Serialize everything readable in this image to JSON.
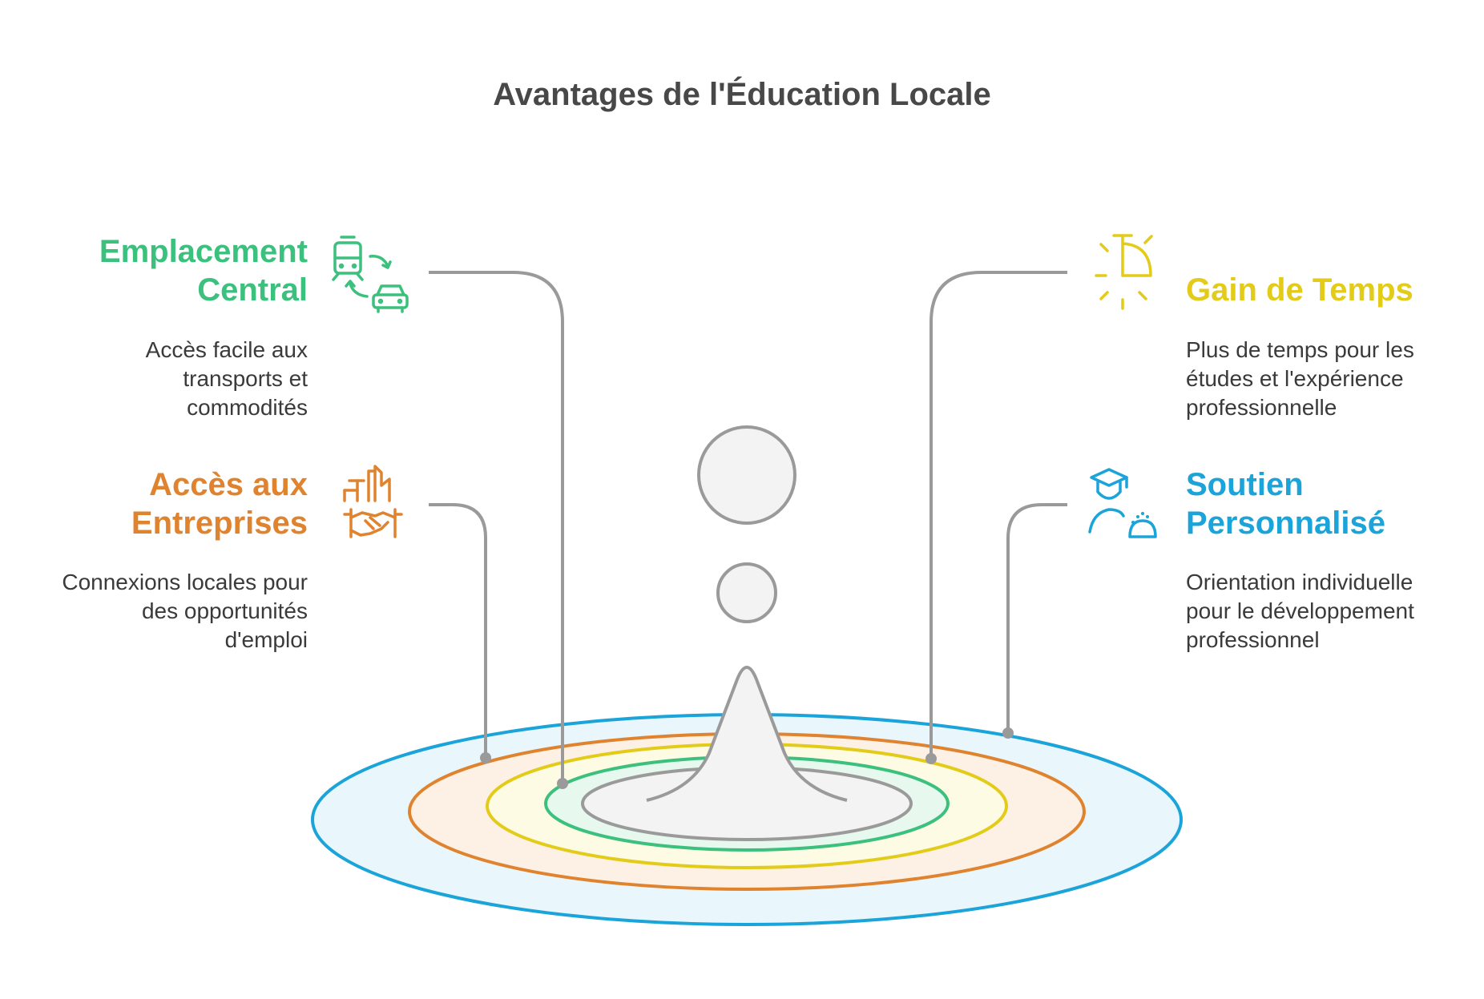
{
  "title": "Avantages de l'Éducation Locale",
  "colors": {
    "green": "#3cc07e",
    "orange": "#e0832f",
    "yellow": "#e3cb19",
    "blue": "#1ba4d9",
    "gray": "#9a9a9a"
  },
  "items": [
    {
      "heading": [
        "Emplacement",
        "Central"
      ],
      "description": [
        "Accès facile aux",
        "transports et",
        "commodités"
      ],
      "color": "#3cc07e",
      "icon": "train-car-transport-icon"
    },
    {
      "heading": [
        "Accès aux",
        "Entreprises"
      ],
      "description": [
        "Connexions locales pour",
        "des opportunités",
        "d'emploi"
      ],
      "color": "#e0832f",
      "icon": "buildings-handshake-icon"
    },
    {
      "heading": [
        "Gain de Temps"
      ],
      "description": [
        "Plus de temps pour les",
        "études et l'expérience",
        "professionnelle"
      ],
      "color": "#e3cb19",
      "icon": "clock-time-icon"
    },
    {
      "heading": [
        "Soutien",
        "Personnalisé"
      ],
      "description": [
        "Orientation individuelle",
        "pour le développement",
        "professionnel"
      ],
      "color": "#1ba4d9",
      "icon": "graduate-mentor-icon"
    }
  ]
}
